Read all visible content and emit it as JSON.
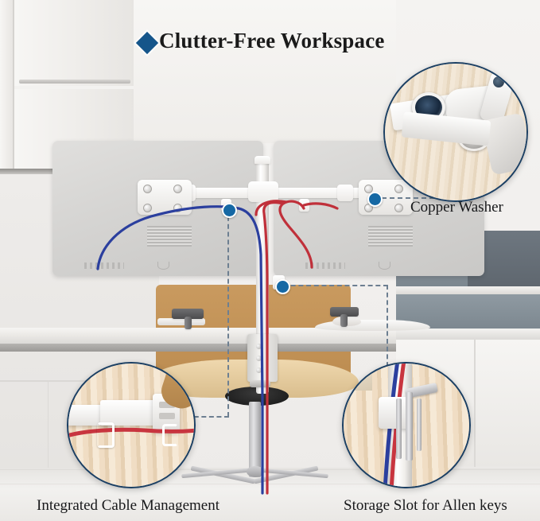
{
  "headline": {
    "bullet_icon": "diamond-icon",
    "bullet_color": "#15558a",
    "text": "Clutter-Free Workspace"
  },
  "callouts": [
    {
      "id": "copper-washer",
      "label": "Copper Washer",
      "position": "top-right",
      "depicts": "monitor-arm-joint-with-copper-washers-on-wood-desk"
    },
    {
      "id": "integrated-cable-management",
      "label": "Integrated Cable Management",
      "position": "bottom-left",
      "depicts": "white-arm-with-red-cable-routed-through-clips"
    },
    {
      "id": "storage-slot-allen-keys",
      "label": "Storage Slot for Allen keys",
      "position": "bottom-right",
      "depicts": "allen-keys-stored-in-slot-on-pole-with-blue-and-red-cables"
    }
  ],
  "scene": {
    "product": "dual-monitor-desk-mount",
    "monitors": [
      "left-monitor",
      "right-monitor"
    ],
    "cable_colors": {
      "left": "#2b3f9e",
      "right": "#c0303a"
    },
    "anchor_dot_color": "#1568a4",
    "dashed_line_color": "#6d7f91",
    "furniture": [
      "desk",
      "office-chair",
      "wall-cabinets",
      "shelf"
    ]
  }
}
